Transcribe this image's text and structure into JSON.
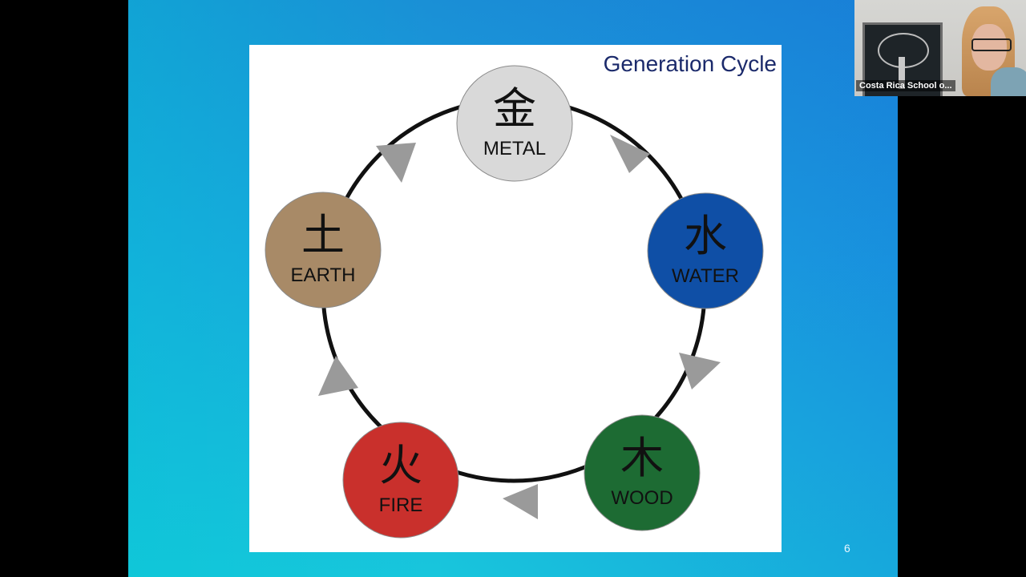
{
  "slide": {
    "title": "Generation Cycle",
    "page_number": "6"
  },
  "diagram": {
    "elements": [
      {
        "symbol": "金",
        "label": "METAL",
        "color": "#d9d9d9"
      },
      {
        "symbol": "水",
        "label": "WATER",
        "color": "#0f4fa6"
      },
      {
        "symbol": "木",
        "label": "WOOD",
        "color": "#1d6b33"
      },
      {
        "symbol": "火",
        "label": "FIRE",
        "color": "#c9302c"
      },
      {
        "symbol": "土",
        "label": "EARTH",
        "color": "#a88a67"
      }
    ],
    "arrow_color": "#9a9a9a",
    "ring_color": "#111111"
  },
  "video": {
    "participant_name": "Costa Rica School o..."
  }
}
